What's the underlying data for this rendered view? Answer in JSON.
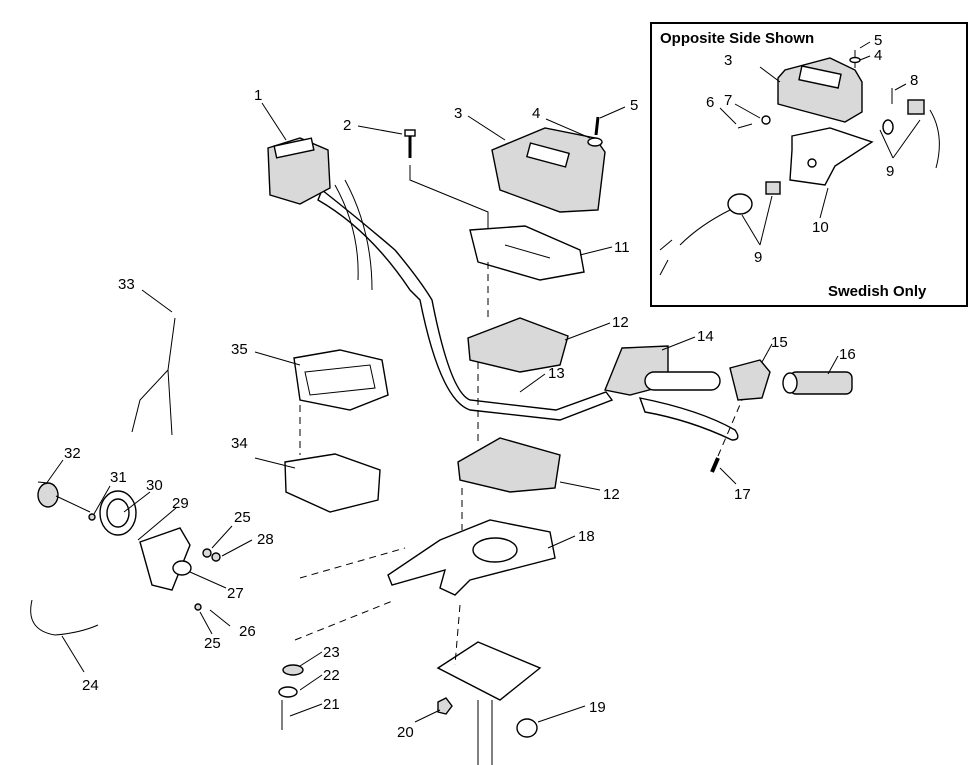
{
  "diagram": {
    "title": "Handlebar / Instrument Assembly Exploded View",
    "inset": {
      "title": "Opposite Side Shown",
      "footer": "Swedish Only",
      "callouts": [
        "5",
        "4",
        "3",
        "8",
        "7",
        "6",
        "9",
        "10",
        "9"
      ]
    },
    "callouts": [
      {
        "id": "1",
        "label": "1"
      },
      {
        "id": "2",
        "label": "2"
      },
      {
        "id": "3",
        "label": "3"
      },
      {
        "id": "4",
        "label": "4"
      },
      {
        "id": "5",
        "label": "5"
      },
      {
        "id": "11",
        "label": "11"
      },
      {
        "id": "12a",
        "label": "12"
      },
      {
        "id": "12b",
        "label": "12"
      },
      {
        "id": "13",
        "label": "13"
      },
      {
        "id": "14",
        "label": "14"
      },
      {
        "id": "15",
        "label": "15"
      },
      {
        "id": "16",
        "label": "16"
      },
      {
        "id": "17",
        "label": "17"
      },
      {
        "id": "18",
        "label": "18"
      },
      {
        "id": "19",
        "label": "19"
      },
      {
        "id": "20",
        "label": "20"
      },
      {
        "id": "21",
        "label": "21"
      },
      {
        "id": "22",
        "label": "22"
      },
      {
        "id": "23",
        "label": "23"
      },
      {
        "id": "24",
        "label": "24"
      },
      {
        "id": "25a",
        "label": "25"
      },
      {
        "id": "25b",
        "label": "25"
      },
      {
        "id": "26",
        "label": "26"
      },
      {
        "id": "27",
        "label": "27"
      },
      {
        "id": "28",
        "label": "28"
      },
      {
        "id": "29",
        "label": "29"
      },
      {
        "id": "30",
        "label": "30"
      },
      {
        "id": "31",
        "label": "31"
      },
      {
        "id": "32",
        "label": "32"
      },
      {
        "id": "33",
        "label": "33"
      },
      {
        "id": "34",
        "label": "34"
      },
      {
        "id": "35",
        "label": "35"
      }
    ]
  }
}
